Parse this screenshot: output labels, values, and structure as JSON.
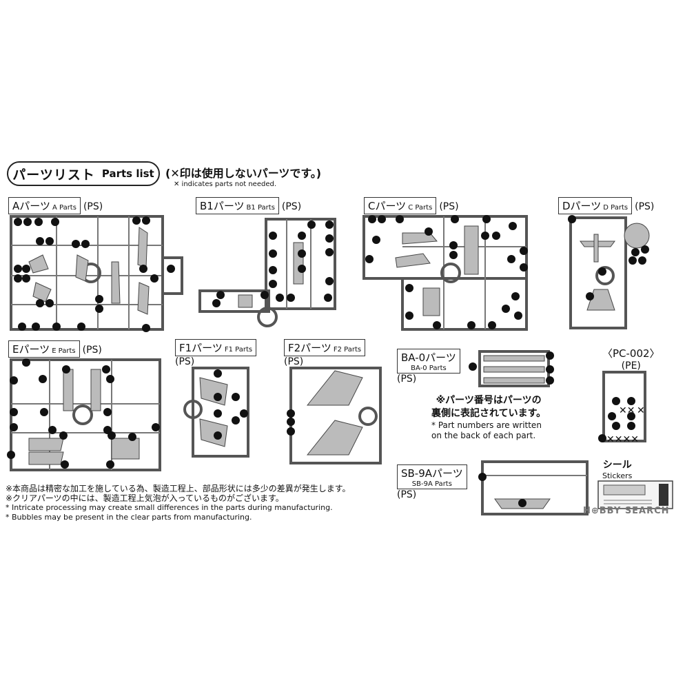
{
  "header": {
    "title_jp": "パーツリスト",
    "title_en": "Parts list",
    "note_jp": "(✕印は使用しないパーツです。)",
    "note_en": "✕ indicates parts not needed."
  },
  "runners": {
    "A": {
      "jp": "Aパーツ",
      "en": "A Parts",
      "mat": "(PS)"
    },
    "B1": {
      "jp": "B1パーツ",
      "en": "B1 Parts",
      "mat": "(PS)"
    },
    "C": {
      "jp": "Cパーツ",
      "en": "C Parts",
      "mat": "(PS)"
    },
    "D": {
      "jp": "Dパーツ",
      "en": "D Parts",
      "mat": "(PS)"
    },
    "E": {
      "jp": "Eパーツ",
      "en": "E Parts",
      "mat": "(PS)"
    },
    "F1": {
      "jp": "F1パーツ",
      "en": "F1 Parts",
      "mat": "(PS)"
    },
    "F2": {
      "jp": "F2パーツ",
      "en": "F2 Parts",
      "mat": "(PS)"
    },
    "BA0": {
      "jp": "BA-0パーツ",
      "en": "BA-0 Parts",
      "mat": "(PS)"
    },
    "PC": {
      "jp": "〈PC-002〉",
      "mat": "(PE)"
    },
    "SB": {
      "jp": "SB-9Aパーツ",
      "en": "SB-9A Parts",
      "mat": "(PS)"
    }
  },
  "ba0_notice": {
    "jp_line1": "※パーツ番号はパーツの",
    "jp_line2": "裏側に表記されています。",
    "en_line1": "* Part numbers are written",
    "en_line2": "on the back of each part."
  },
  "stickers": {
    "jp": "シール",
    "en": "Stickers"
  },
  "footnotes": {
    "jp1": "※本商品は精密な加工を施している為、製造工程上、部品形状には多少の差異が発生します。",
    "jp2": "※クリアパーツの中には、製造工程上気泡が入っているものがございます。",
    "en1": "* Intricate processing may create small differences in the parts during manufacturing.",
    "en2": "* Bubbles may be present in the clear parts from manufacturing."
  },
  "watermark": "H⊕BBY SEARCH",
  "colors": {
    "ink": "#111111",
    "runner": "#555555",
    "part_fill": "#bbbbbb"
  }
}
